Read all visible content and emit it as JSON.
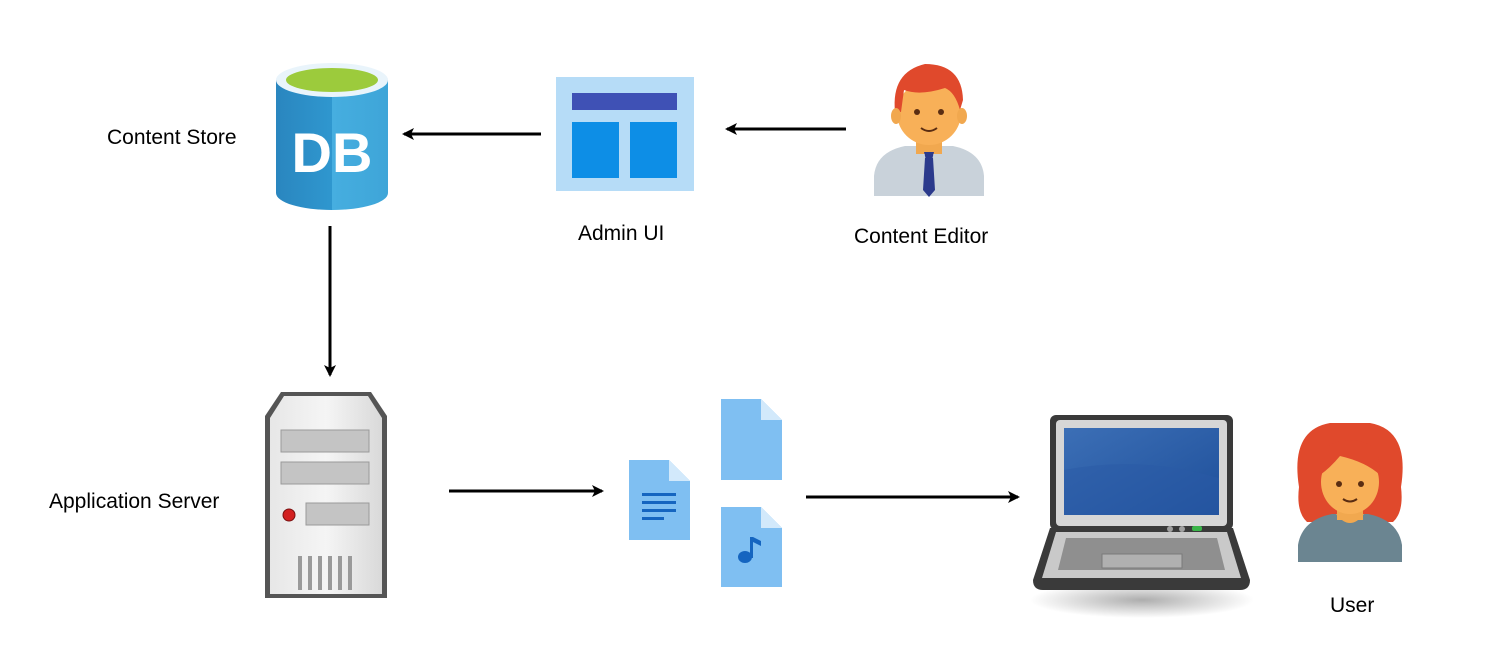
{
  "nodes": {
    "content_store": {
      "label": "Content Store",
      "icon": "database-icon",
      "icon_text": "DB"
    },
    "admin_ui": {
      "label": "Admin UI",
      "icon": "admin-ui-window-icon"
    },
    "content_editor": {
      "label": "Content Editor",
      "icon": "male-person-icon"
    },
    "application_server": {
      "label": "Application Server",
      "icon": "server-tower-icon"
    },
    "content_files": {
      "icons": [
        "text-document-icon",
        "blank-document-icon",
        "audio-document-icon"
      ]
    },
    "user_laptop": {
      "icon": "laptop-icon"
    },
    "user": {
      "label": "User",
      "icon": "female-person-icon"
    }
  },
  "edges": [
    {
      "from": "content_editor",
      "to": "admin_ui"
    },
    {
      "from": "admin_ui",
      "to": "content_store"
    },
    {
      "from": "content_store",
      "to": "application_server"
    },
    {
      "from": "application_server",
      "to": "content_files"
    },
    {
      "from": "content_files",
      "to": "user_laptop"
    }
  ],
  "colors": {
    "db_blue": "#2f97cf",
    "db_top": "#9ccb3c",
    "admin_ui_bg": "#b6dcf7",
    "admin_ui_header": "#3f51b5",
    "admin_ui_panel": "#0d8ee6",
    "document_blue": "#7fbff2",
    "person_hair": "#e0492c",
    "person_skin": "#f8b058",
    "arrow": "#000000"
  }
}
